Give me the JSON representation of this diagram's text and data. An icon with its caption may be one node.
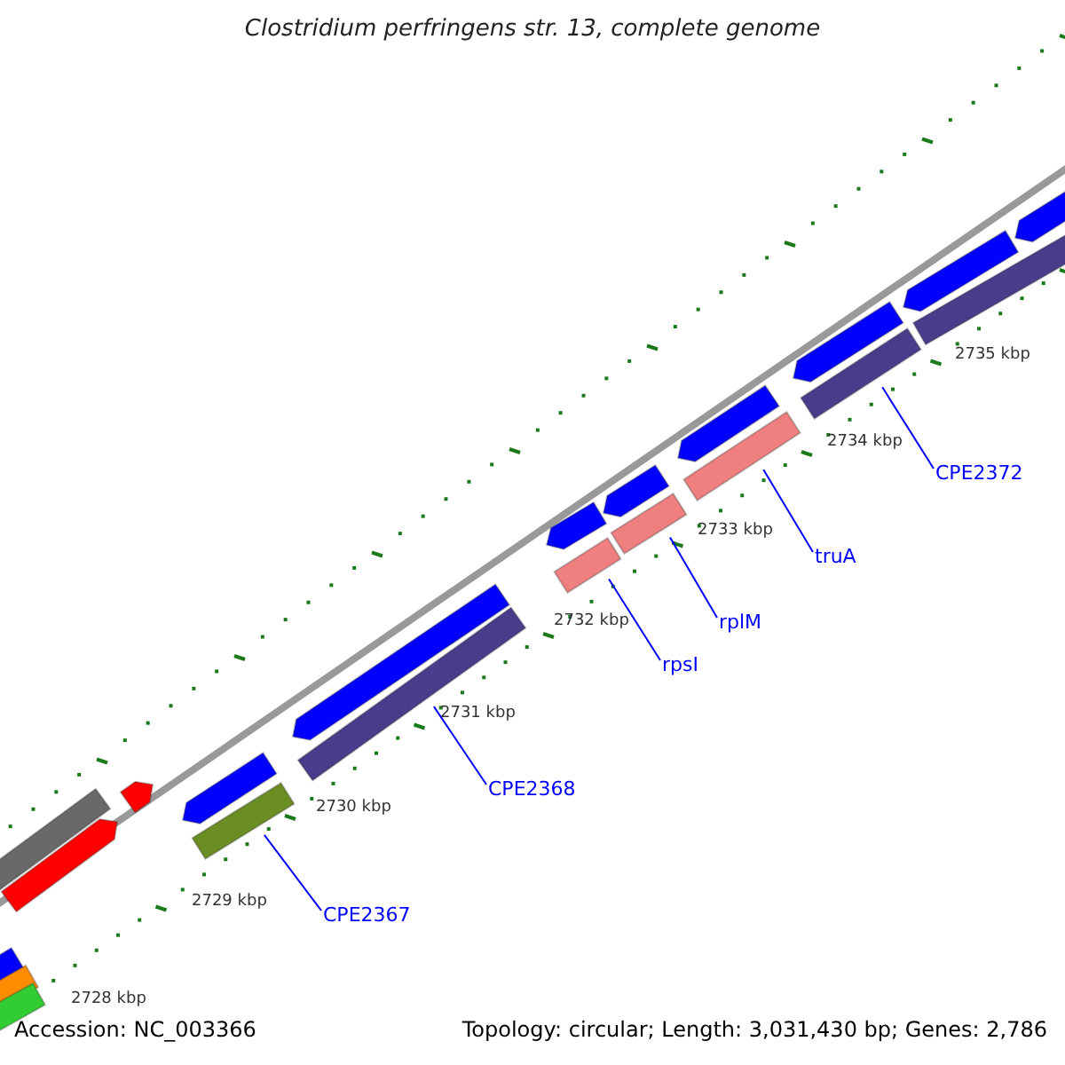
{
  "diagram": {
    "title": "Clostridium perfringens str. 13, complete genome",
    "nodes": [
      {
        "text": [
          "CPE2367"
        ]
      },
      {
        "text": [
          "CPE2368"
        ]
      },
      {
        "text": [
          "rpsI"
        ]
      },
      {
        "text": [
          "rplM"
        ]
      },
      {
        "text": [
          "truA"
        ]
      },
      {
        "text": [
          "CPE2372"
        ]
      },
      {
        "text": [],
        "shape": "bar"
      },
      {
        "text": [],
        "shape": "bar"
      },
      {
        "text": [],
        "shape": "bar"
      },
      {
        "text": [],
        "shape": "bar"
      },
      {
        "text": [],
        "shape": "bar"
      },
      {
        "text": [],
        "shape": "bar"
      }
    ],
    "edges": [
      {
        "from": 0,
        "to": 6,
        "arrow": "none"
      },
      {
        "from": 1,
        "to": 7,
        "arrow": "none"
      },
      {
        "from": 2,
        "to": 8,
        "arrow": "none"
      },
      {
        "from": 3,
        "to": 9,
        "arrow": "none"
      },
      {
        "from": 4,
        "to": 10,
        "arrow": "none"
      },
      {
        "from": 5,
        "to": 11,
        "arrow": "none"
      }
    ],
    "labels": [
      "2735 kbp",
      "2734 kbp",
      "2733 kbp",
      "2732 kbp",
      "2731 kbp",
      "2730 kbp",
      "2729 kbp",
      "2728 kbp",
      "Accession: NC_003366",
      "Topology: circular; Length: 3,031,430 bp; Genes: 2,786"
    ]
  }
}
